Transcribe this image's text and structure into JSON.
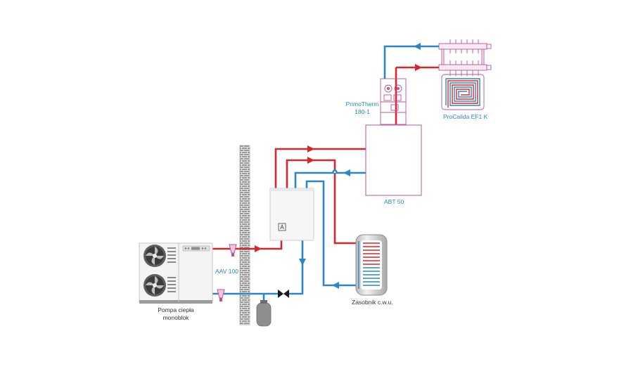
{
  "colors": {
    "hot": "#d9262c",
    "cold": "#2a86c8",
    "component_outline": "#b8569a",
    "label_blue": "#2a86c8",
    "label_dark": "#333333"
  },
  "labels": {
    "heat_pump_line1": "Pompa ciepła",
    "heat_pump_line2": "monoblok",
    "aav": "AAV 100",
    "primotherm_line1": "PrimoTherm",
    "primotherm_line2": "180-1",
    "procalida": "ProCalida EF1 K",
    "abt": "ABT 50",
    "dhw_tank": "Zasobnik c.w.u."
  }
}
